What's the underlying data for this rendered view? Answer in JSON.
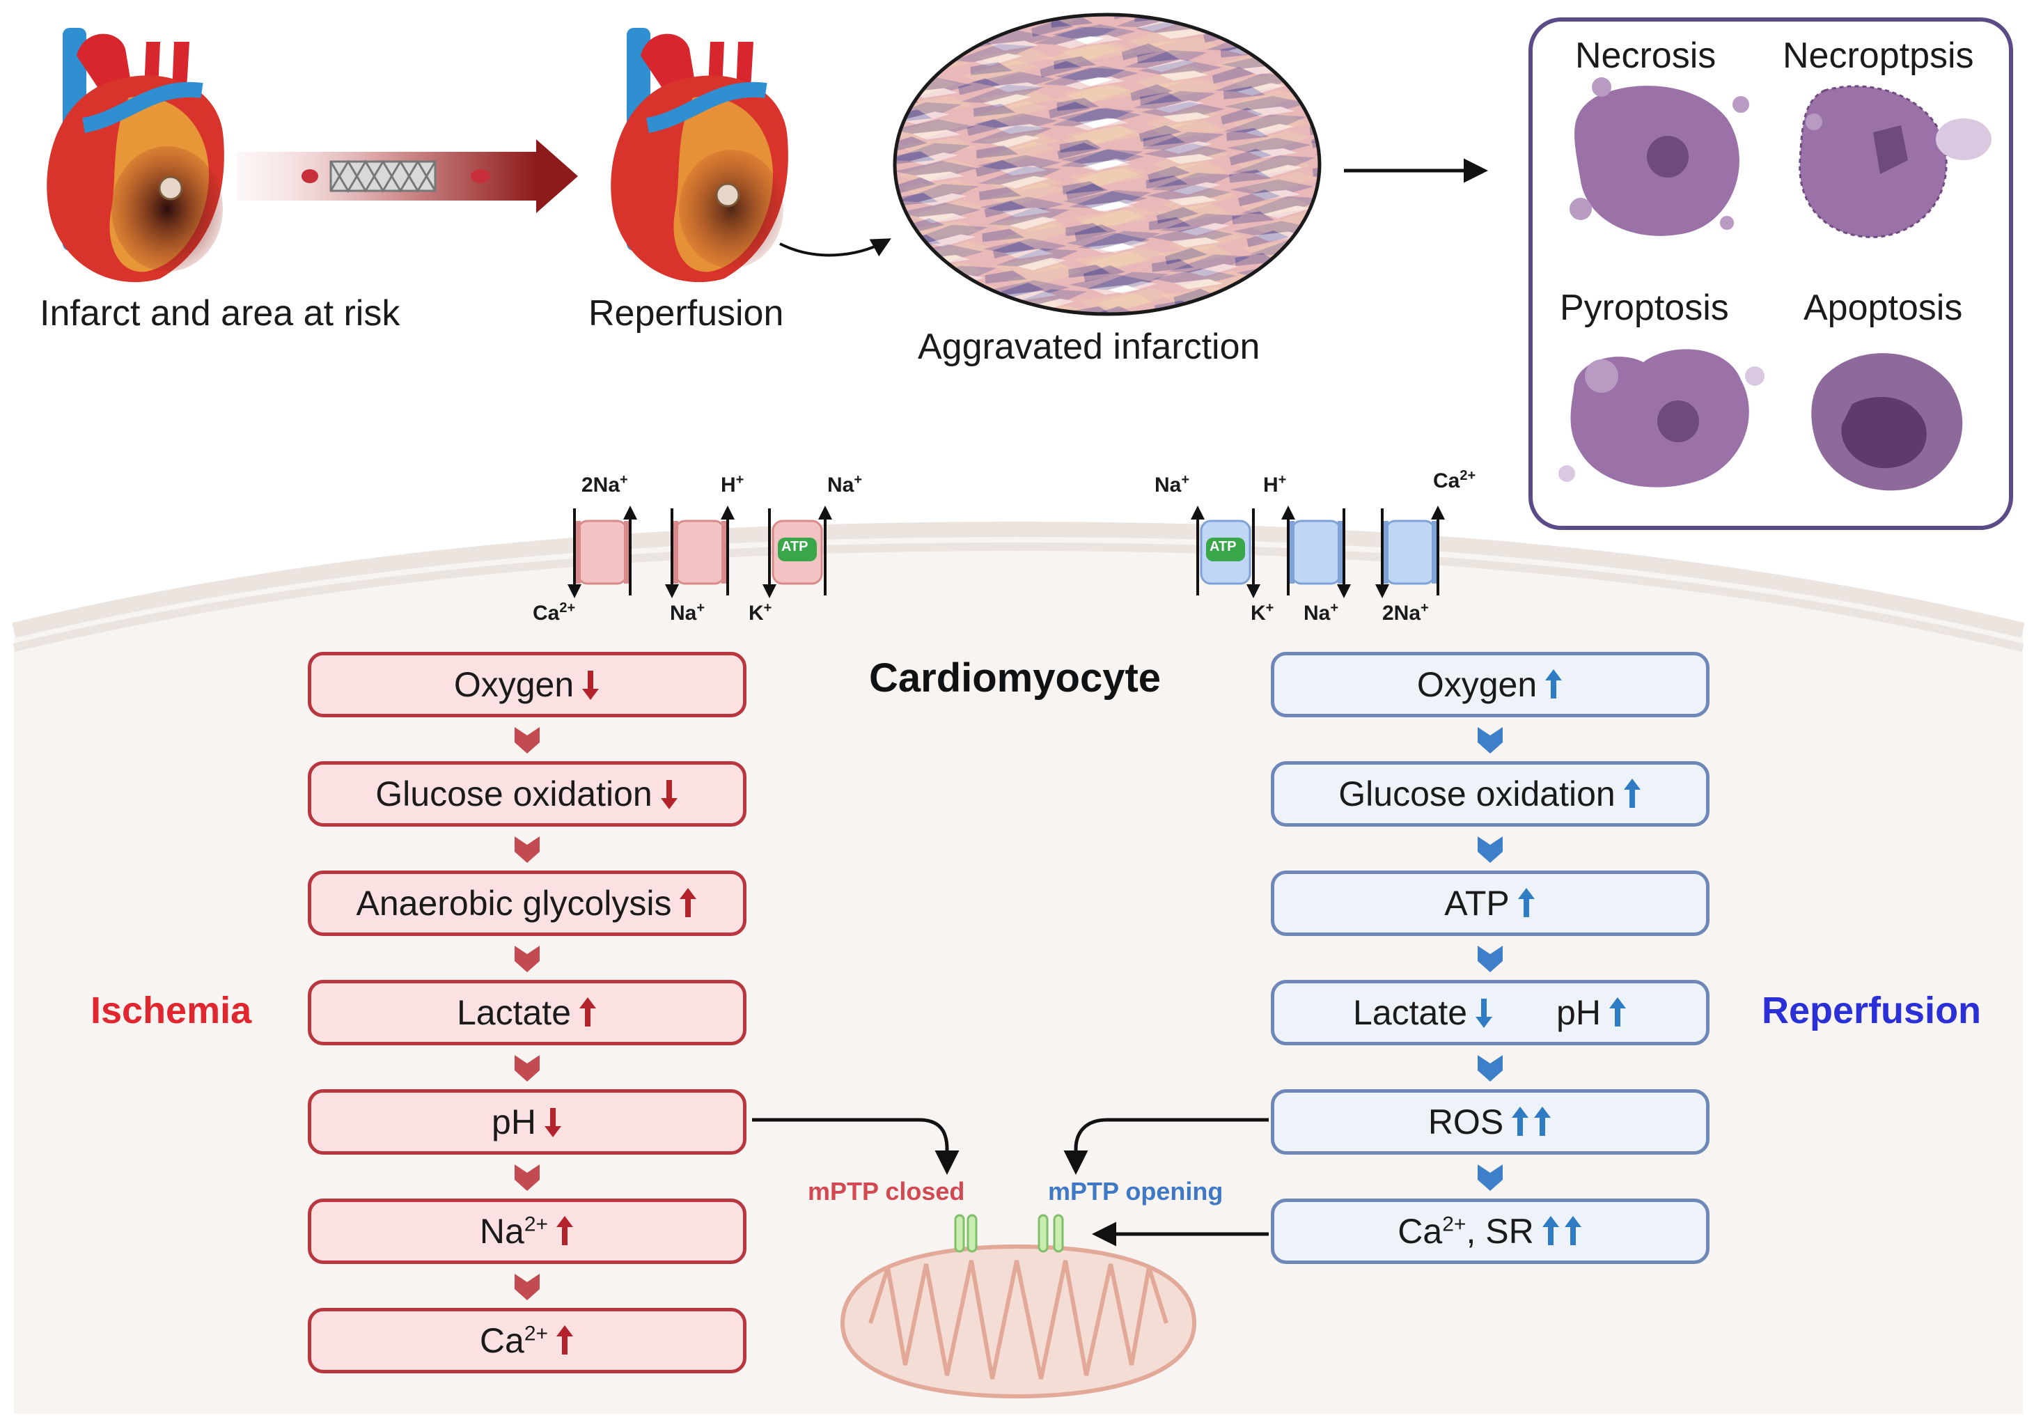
{
  "top": {
    "infarct_caption": "Infarct and area at risk",
    "reperfusion_caption": "Reperfusion",
    "aggravated_caption": "Aggravated infarction"
  },
  "death_panel": {
    "necrosis": "Necrosis",
    "necroptosis": "Necroptpsis",
    "pyroptosis": "Pyroptosis",
    "apoptosis": "Apoptosis"
  },
  "cell": {
    "title": "Cardiomyocyte",
    "ischemia_label": "Ischemia",
    "reperfusion_label": "Reperfusion",
    "mptp_closed": "mPTP closed",
    "mptp_opening": "mPTP opening"
  },
  "ischemia_steps": [
    {
      "text": "Oxygen",
      "sup": "",
      "arrow": "down"
    },
    {
      "text": "Glucose oxidation",
      "sup": "",
      "arrow": "down"
    },
    {
      "text": "Anaerobic glycolysis",
      "sup": "",
      "arrow": "up"
    },
    {
      "text": "Lactate",
      "sup": "",
      "arrow": "up"
    },
    {
      "text": "pH",
      "sup": "",
      "arrow": "down"
    },
    {
      "text": "Na",
      "sup": "2+",
      "arrow": "up"
    },
    {
      "text": "Ca",
      "sup": "2+",
      "arrow": "up"
    }
  ],
  "reperfusion_steps": [
    {
      "text": "Oxygen",
      "arrow": "up"
    },
    {
      "text": "Glucose oxidation",
      "arrow": "up"
    },
    {
      "text": "ATP",
      "arrow": "up"
    },
    {
      "text": "Lactate",
      "arrow": "down",
      "text2": "pH",
      "arrow2": "up"
    },
    {
      "text": "ROS",
      "arrow": "double-up"
    },
    {
      "text": "Ca",
      "sup": "2+",
      "text_after": ", SR",
      "arrow": "double-up"
    }
  ],
  "ions_left": {
    "a_top": "2Na",
    "a_top_sup": "+",
    "a_bottom": "Ca",
    "a_bottom_sup": "2+",
    "b_top": "H",
    "b_top_sup": "+",
    "b_bottom": "Na",
    "b_bottom_sup": "+",
    "c_top": "Na",
    "c_top_sup": "+",
    "c_bottom": "K",
    "c_bottom_sup": "+",
    "atp": "ATP"
  },
  "ions_right": {
    "a_top": "Na",
    "a_top_sup": "+",
    "a_bottom": "K",
    "a_bottom_sup": "+",
    "b_top": "H",
    "b_top_sup": "+",
    "b_bottom": "Na",
    "b_bottom_sup": "+",
    "c_top": "Ca",
    "c_top_sup": "2+",
    "c_bottom": "2Na",
    "c_bottom_sup": "+",
    "atp": "ATP"
  },
  "colors": {
    "ischemia": "#e0262e",
    "reperfusion": "#2a2fd6",
    "red_arrow": "#b3232b",
    "blue_arrow": "#2f7bc4",
    "mptp_closed": "#d14a52",
    "mptp_opening": "#3f79c6"
  }
}
